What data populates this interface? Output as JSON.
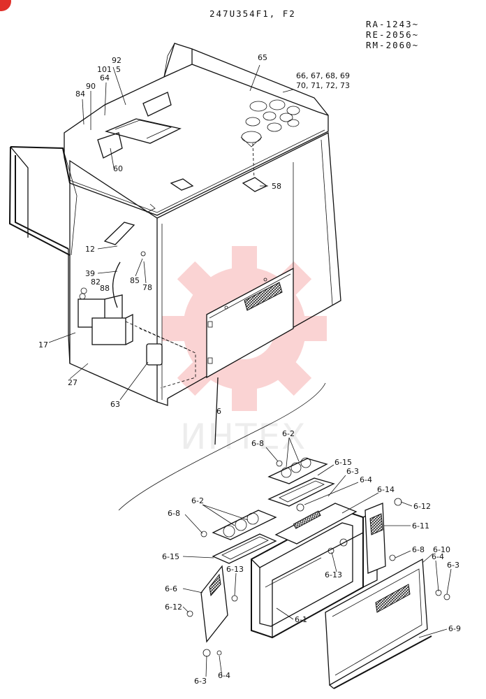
{
  "header": {
    "drawing_code": "247U354F1, F2",
    "serial_ranges": [
      "RA-1243~",
      "RE-2056~",
      "RM-2060~"
    ]
  },
  "watermark": {
    "text": "ИНТЕХ",
    "color": "#f4a0a0"
  },
  "cab_labels": [
    {
      "id": "l84",
      "text": "84"
    },
    {
      "id": "l90",
      "text": "90"
    },
    {
      "id": "l64",
      "text": "64"
    },
    {
      "id": "l101",
      "text": "101"
    },
    {
      "id": "l5",
      "text": "5"
    },
    {
      "id": "l92",
      "text": "92"
    },
    {
      "id": "l65",
      "text": "65"
    },
    {
      "id": "l66",
      "text": "66, 67, 68, 69"
    },
    {
      "id": "l70",
      "text": "70, 71, 72, 73"
    },
    {
      "id": "l60",
      "text": "60"
    },
    {
      "id": "l58",
      "text": "58"
    },
    {
      "id": "l12",
      "text": "12"
    },
    {
      "id": "l39",
      "text": "39"
    },
    {
      "id": "l85",
      "text": "85"
    },
    {
      "id": "l78",
      "text": "78"
    },
    {
      "id": "l82",
      "text": "82"
    },
    {
      "id": "l88",
      "text": "88"
    },
    {
      "id": "l17",
      "text": "17"
    },
    {
      "id": "l27",
      "text": "27"
    },
    {
      "id": "l63",
      "text": "63"
    },
    {
      "id": "l6",
      "text": "6"
    }
  ],
  "detail_labels": [
    {
      "id": "d68a",
      "text": "6-8"
    },
    {
      "id": "d62a",
      "text": "6-2"
    },
    {
      "id": "d615a",
      "text": "6-15"
    },
    {
      "id": "d63a",
      "text": "6-3"
    },
    {
      "id": "d64a",
      "text": "6-4"
    },
    {
      "id": "d614",
      "text": "6-14"
    },
    {
      "id": "d612a",
      "text": "6-12"
    },
    {
      "id": "d611",
      "text": "6-11"
    },
    {
      "id": "d68b",
      "text": "6-8"
    },
    {
      "id": "d62b",
      "text": "6-2"
    },
    {
      "id": "d68c",
      "text": "6-8"
    },
    {
      "id": "d615b",
      "text": "6-15"
    },
    {
      "id": "d610",
      "text": "6-10"
    },
    {
      "id": "d64b",
      "text": "6-4"
    },
    {
      "id": "d63b",
      "text": "6-3"
    },
    {
      "id": "d613a",
      "text": "6-13"
    },
    {
      "id": "d66",
      "text": "6-6"
    },
    {
      "id": "d613b",
      "text": "6-13"
    },
    {
      "id": "d612b",
      "text": "6-12"
    },
    {
      "id": "d61",
      "text": "6-1"
    },
    {
      "id": "d69",
      "text": "6-9"
    },
    {
      "id": "d63c",
      "text": "6-3"
    },
    {
      "id": "d64c",
      "text": "6-4"
    }
  ]
}
